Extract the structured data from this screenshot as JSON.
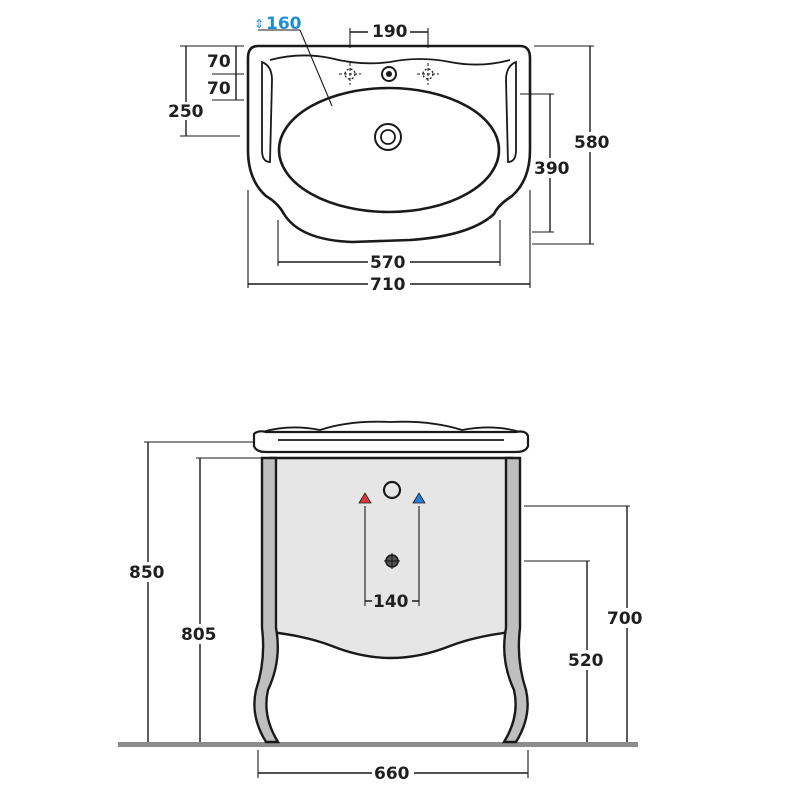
{
  "top_view": {
    "tap_height": "160",
    "tap_spacing": "190",
    "tap_offset_1": "70",
    "tap_offset_2": "70",
    "tap_to_bowl": "250",
    "bowl_depth": "390",
    "overall_depth": "580",
    "bowl_width": "570",
    "overall_width": "710"
  },
  "front_view": {
    "total_height": "850",
    "cabinet_height": "805",
    "supply_height": "700",
    "drain_height": "520",
    "supply_spacing": "140",
    "leg_spacing": "660"
  },
  "colors": {
    "line": "#1a1a1a",
    "highlight": "#1e8fd6",
    "hot_valve": "#d83a3a",
    "cold_valve": "#2a7fd4",
    "cabinet_fill": "#e6e6e6",
    "floor": "#8c8c8c"
  }
}
